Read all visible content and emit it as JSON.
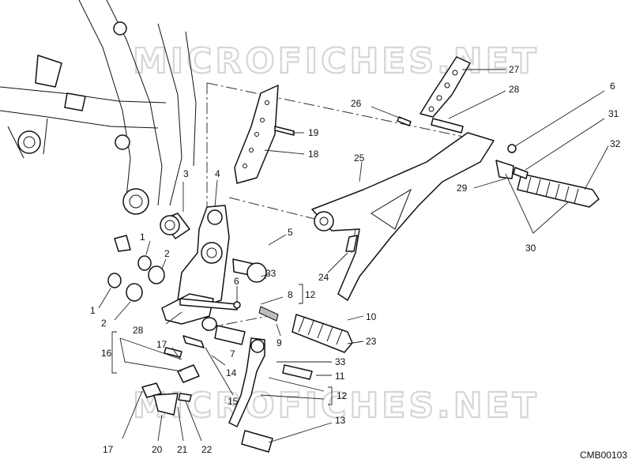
{
  "watermark": "MICROFICHES.NET",
  "diagram_code": "CMB00103",
  "callouts": [
    {
      "id": "c27",
      "text": "27"
    },
    {
      "id": "c28a",
      "text": "28"
    },
    {
      "id": "c26",
      "text": "26"
    },
    {
      "id": "c6a",
      "text": "6"
    },
    {
      "id": "c31",
      "text": "31"
    },
    {
      "id": "c32",
      "text": "32"
    },
    {
      "id": "c25",
      "text": "25"
    },
    {
      "id": "c29",
      "text": "29"
    },
    {
      "id": "c30",
      "text": "30"
    },
    {
      "id": "c19",
      "text": "19"
    },
    {
      "id": "c18",
      "text": "18"
    },
    {
      "id": "c3",
      "text": "3"
    },
    {
      "id": "c4",
      "text": "4"
    },
    {
      "id": "c5",
      "text": "5"
    },
    {
      "id": "c24",
      "text": "24"
    },
    {
      "id": "c1a",
      "text": "1"
    },
    {
      "id": "c2a",
      "text": "2"
    },
    {
      "id": "c1b",
      "text": "1"
    },
    {
      "id": "c2b",
      "text": "2"
    },
    {
      "id": "c33a",
      "text": "33"
    },
    {
      "id": "c6b",
      "text": "6"
    },
    {
      "id": "c8",
      "text": "8"
    },
    {
      "id": "c12a",
      "text": "12"
    },
    {
      "id": "c28b",
      "text": "28"
    },
    {
      "id": "c10",
      "text": "10"
    },
    {
      "id": "c9",
      "text": "9"
    },
    {
      "id": "c23",
      "text": "23"
    },
    {
      "id": "c17a",
      "text": "17"
    },
    {
      "id": "c7",
      "text": "7"
    },
    {
      "id": "c16",
      "text": "16"
    },
    {
      "id": "c33b",
      "text": "33"
    },
    {
      "id": "c14",
      "text": "14"
    },
    {
      "id": "c11",
      "text": "11"
    },
    {
      "id": "c12b",
      "text": "12"
    },
    {
      "id": "c15",
      "text": "15"
    },
    {
      "id": "c13",
      "text": "13"
    },
    {
      "id": "c17b",
      "text": "17"
    },
    {
      "id": "c20",
      "text": "20"
    },
    {
      "id": "c21",
      "text": "21"
    },
    {
      "id": "c22",
      "text": "22"
    }
  ]
}
